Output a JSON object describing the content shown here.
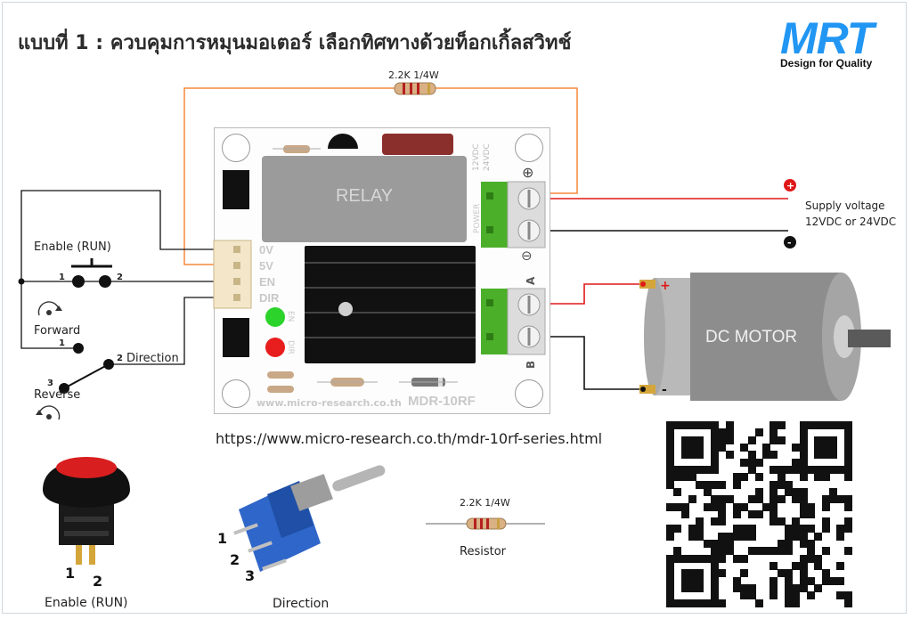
{
  "header": {
    "title": "แบบที่ 1 : ควบคุมการหมุนมอเตอร์ เลือกทิศทางด้วยท็อกเกิ้ลสวิทช์",
    "logo_text": "MRT",
    "logo_tagline": "Design for Quality",
    "logo_color": "#2196f3"
  },
  "top_resistor": {
    "label": "2.2K 1/4W"
  },
  "board": {
    "relay_label": "RELAY",
    "power_label": "POWER",
    "supply_options": [
      "12VDC",
      "24VDC"
    ],
    "pins": [
      "0V",
      "5V",
      "EN",
      "DIR"
    ],
    "led_labels": [
      "EN",
      "DIR"
    ],
    "led_colors": [
      "#2bd32b",
      "#e81e1e"
    ],
    "terminal_a": "A",
    "terminal_b": "B",
    "plus_symbol": "⊕",
    "minus_symbol": "⊖",
    "website": "www.micro-research.co.th",
    "model": "MDR-10RF"
  },
  "supply": {
    "label_line1": "Supply voltage",
    "label_line2": "12VDC or 24VDC",
    "plus": "+",
    "minus": "-"
  },
  "motor": {
    "label": "DC MOTOR",
    "plus": "+",
    "minus": "-"
  },
  "switches": {
    "enable_label": "Enable (RUN)",
    "enable_pin1": "1",
    "enable_pin2": "2",
    "direction_label": "Direction",
    "direction_pin1": "1",
    "direction_pin2": "2",
    "direction_pin3": "3",
    "forward_label": "Forward",
    "reverse_label": "Reverse"
  },
  "url": "https://www.micro-research.co.th/mdr-10rf-series.html",
  "parts": {
    "enable_caption": "Enable (RUN)",
    "enable_pin1": "1",
    "enable_pin2": "2",
    "direction_caption": "Direction",
    "toggle_pin1": "1",
    "toggle_pin2": "2",
    "toggle_pin3": "3",
    "resistor_value": "2.2K 1/4W",
    "resistor_caption": "Resistor"
  },
  "wire_colors": {
    "orange": "#f5893a",
    "red": "#e01818",
    "black": "#111111"
  }
}
